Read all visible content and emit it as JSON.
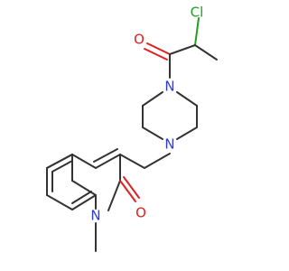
{
  "molecule": {
    "atoms": {
      "cl": {
        "symbol": "Cl",
        "color": "#1fa01f"
      },
      "o_acyl": {
        "symbol": "O",
        "color": "#e02020"
      },
      "n_pip_top": {
        "symbol": "N",
        "color": "#2a3bd6"
      },
      "n_pip_bottom": {
        "symbol": "N",
        "color": "#2a3bd6"
      },
      "o_lactam": {
        "symbol": "O",
        "color": "#e02020"
      },
      "n_quinoline": {
        "symbol": "N",
        "color": "#2a3bd6"
      }
    },
    "colors": {
      "carbon_bond": "#333333",
      "nitrogen": "#2a3bd6",
      "oxygen": "#e02020",
      "chlorine": "#1fa01f"
    }
  }
}
